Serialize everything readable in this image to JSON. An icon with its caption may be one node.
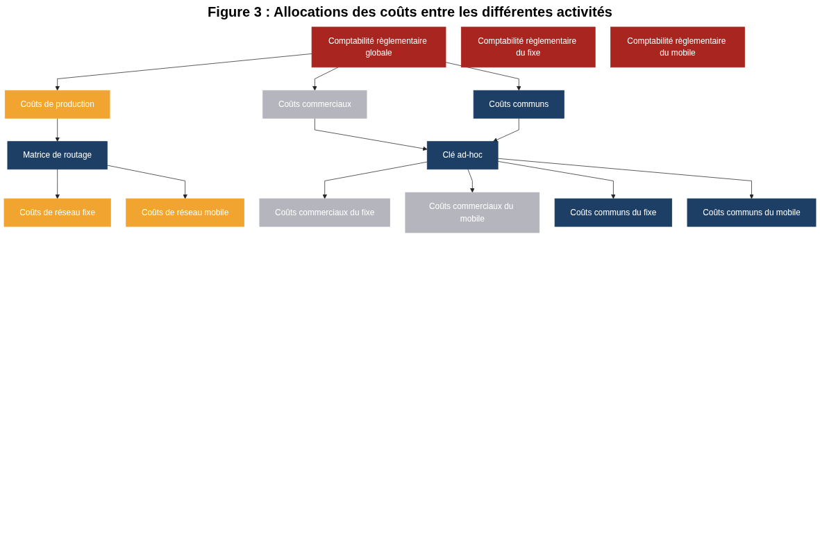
{
  "diagram": {
    "title": "Figure 3 : Allocations des coûts entre les différentes activités",
    "nodes": [
      {
        "text": [
          "Comptabilité règlementaire globale"
        ]
      },
      {
        "text": [
          "Coûts de production"
        ]
      },
      {
        "text": [
          "Coûts commerciaux"
        ]
      },
      {
        "text": [
          "Coûts communs"
        ]
      },
      {
        "text": [
          "Matrice de routage"
        ]
      },
      {
        "text": [
          "Clé ad-hoc"
        ]
      },
      {
        "text": [
          "Coûts de réseau fixe"
        ]
      },
      {
        "text": [
          "Coûts de réseau mobile"
        ]
      },
      {
        "text": [
          "Coûts commerciaux du fixe"
        ]
      },
      {
        "text": [
          "Coûts commerciaux du mobile"
        ]
      },
      {
        "text": [
          "Coûts communs du fixe"
        ]
      },
      {
        "text": [
          "Coûts communs du mobile"
        ]
      },
      {
        "text": [
          "Comptabilité règlementaire du fixe"
        ]
      },
      {
        "text": [
          "Comptabilité règlementaire du mobile"
        ]
      }
    ],
    "edges": [
      {
        "from": 0,
        "to": 1,
        "arrow": "to"
      },
      {
        "from": 0,
        "to": 2,
        "arrow": "to"
      },
      {
        "from": 0,
        "to": 3,
        "arrow": "to"
      },
      {
        "from": 1,
        "to": 4,
        "arrow": "to"
      },
      {
        "from": 2,
        "to": 5,
        "arrow": "to"
      },
      {
        "from": 3,
        "to": 5,
        "arrow": "to"
      },
      {
        "from": 4,
        "to": 6,
        "arrow": "to"
      },
      {
        "from": 4,
        "to": 7,
        "arrow": "to"
      },
      {
        "from": 5,
        "to": 8,
        "arrow": "to"
      },
      {
        "from": 5,
        "to": 9,
        "arrow": "to"
      },
      {
        "from": 5,
        "to": 10,
        "arrow": "to"
      },
      {
        "from": 5,
        "to": 11,
        "arrow": "to"
      }
    ]
  }
}
